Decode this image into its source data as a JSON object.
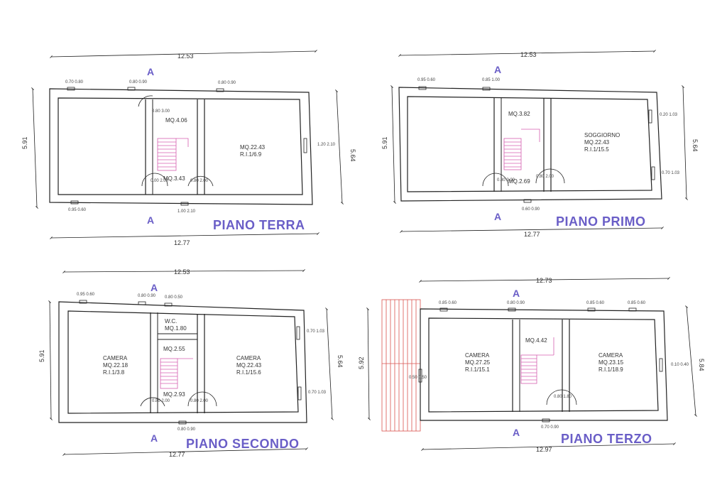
{
  "colors": {
    "accent": "#6a5ec7",
    "stairs": "#d65fb0",
    "terrace": "#d9534f",
    "line": "#222222"
  },
  "section_marker": "A",
  "plans": {
    "terra": {
      "title": "PIANO TERRA",
      "dims": {
        "top": "12.53",
        "bottom": "12.77",
        "left": "5.91",
        "right": "5.64"
      },
      "rooms": {
        "a": "MQ.4.06",
        "b1": "MQ.22.43",
        "b2": "R.I.1/6.9",
        "c": "MQ.3.43"
      },
      "openings": {
        "o1": "0.70 0.80",
        "o2": "0.80 0.90",
        "o3": "0.80 0.90",
        "o4": "0.80 3.00",
        "o5": "1.20 2.10",
        "o6": "0.00 2.00",
        "o7": "0.80 2.00",
        "o8": "0.95 0.60",
        "o9": "1.00 2.10"
      }
    },
    "primo": {
      "title": "PIANO PRIMO",
      "dims": {
        "top": "12.53",
        "bottom": "12.77",
        "left": "5.91",
        "right": "5.64"
      },
      "rooms": {
        "a": "MQ.3.82",
        "b1": "SOGGIORNO",
        "b2": "MQ.22.43",
        "b3": "R.I.1/15.5",
        "c": "MQ.2.69"
      },
      "openings": {
        "o1": "0.95 0.60",
        "o2": "0.85 1.00",
        "o3": "0.20 1.03",
        "o4": "0.70 1.03",
        "o5": "0.80 2.00",
        "o6": "0.80 2.00",
        "o7": "0.60 0.90"
      }
    },
    "secondo": {
      "title": "PIANO SECONDO",
      "dims": {
        "top": "12.53",
        "bottom": "12.77",
        "left": "5.91",
        "right": "5.64"
      },
      "rooms": {
        "wc1": "W.C.",
        "wc2": "MQ.1.80",
        "a1": "CAMERA",
        "a2": "MQ.22.18",
        "a3": "R.I.1/3.8",
        "m": "MQ.2.55",
        "b1": "CAMERA",
        "b2": "MQ.22.43",
        "b3": "R.I.1/15.6",
        "c": "MQ.2.93"
      },
      "openings": {
        "o1": "0.95 0.60",
        "o2": "0.80 0.90",
        "o3": "0.80 0.50",
        "o4": "0.70 1.03",
        "o5": "0.70 1.03",
        "o6": "0.80 2.00",
        "o7": "0.80 2.00",
        "o8": "0.80 0.90"
      }
    },
    "terzo": {
      "title": "PIANO TERZO",
      "dims": {
        "top": "12.73",
        "bottom": "12.97",
        "left": "5.92",
        "right": "5.84"
      },
      "rooms": {
        "a1": "CAMERA",
        "a2": "MQ.27.25",
        "a3": "R.I.1/15.1",
        "m": "MQ.4.42",
        "b1": "CAMERA",
        "b2": "MQ.23.15",
        "b3": "R.I.1/18.9"
      },
      "openings": {
        "o1": "0.85 0.60",
        "o2": "0.80 0.90",
        "o3": "0.85 0.60",
        "o4": "0.85 0.60",
        "o5": "0.50 0.50",
        "o6": "0.10 0.40",
        "o7": "0.80 1.80",
        "o8": "0.70 0.90"
      }
    }
  }
}
